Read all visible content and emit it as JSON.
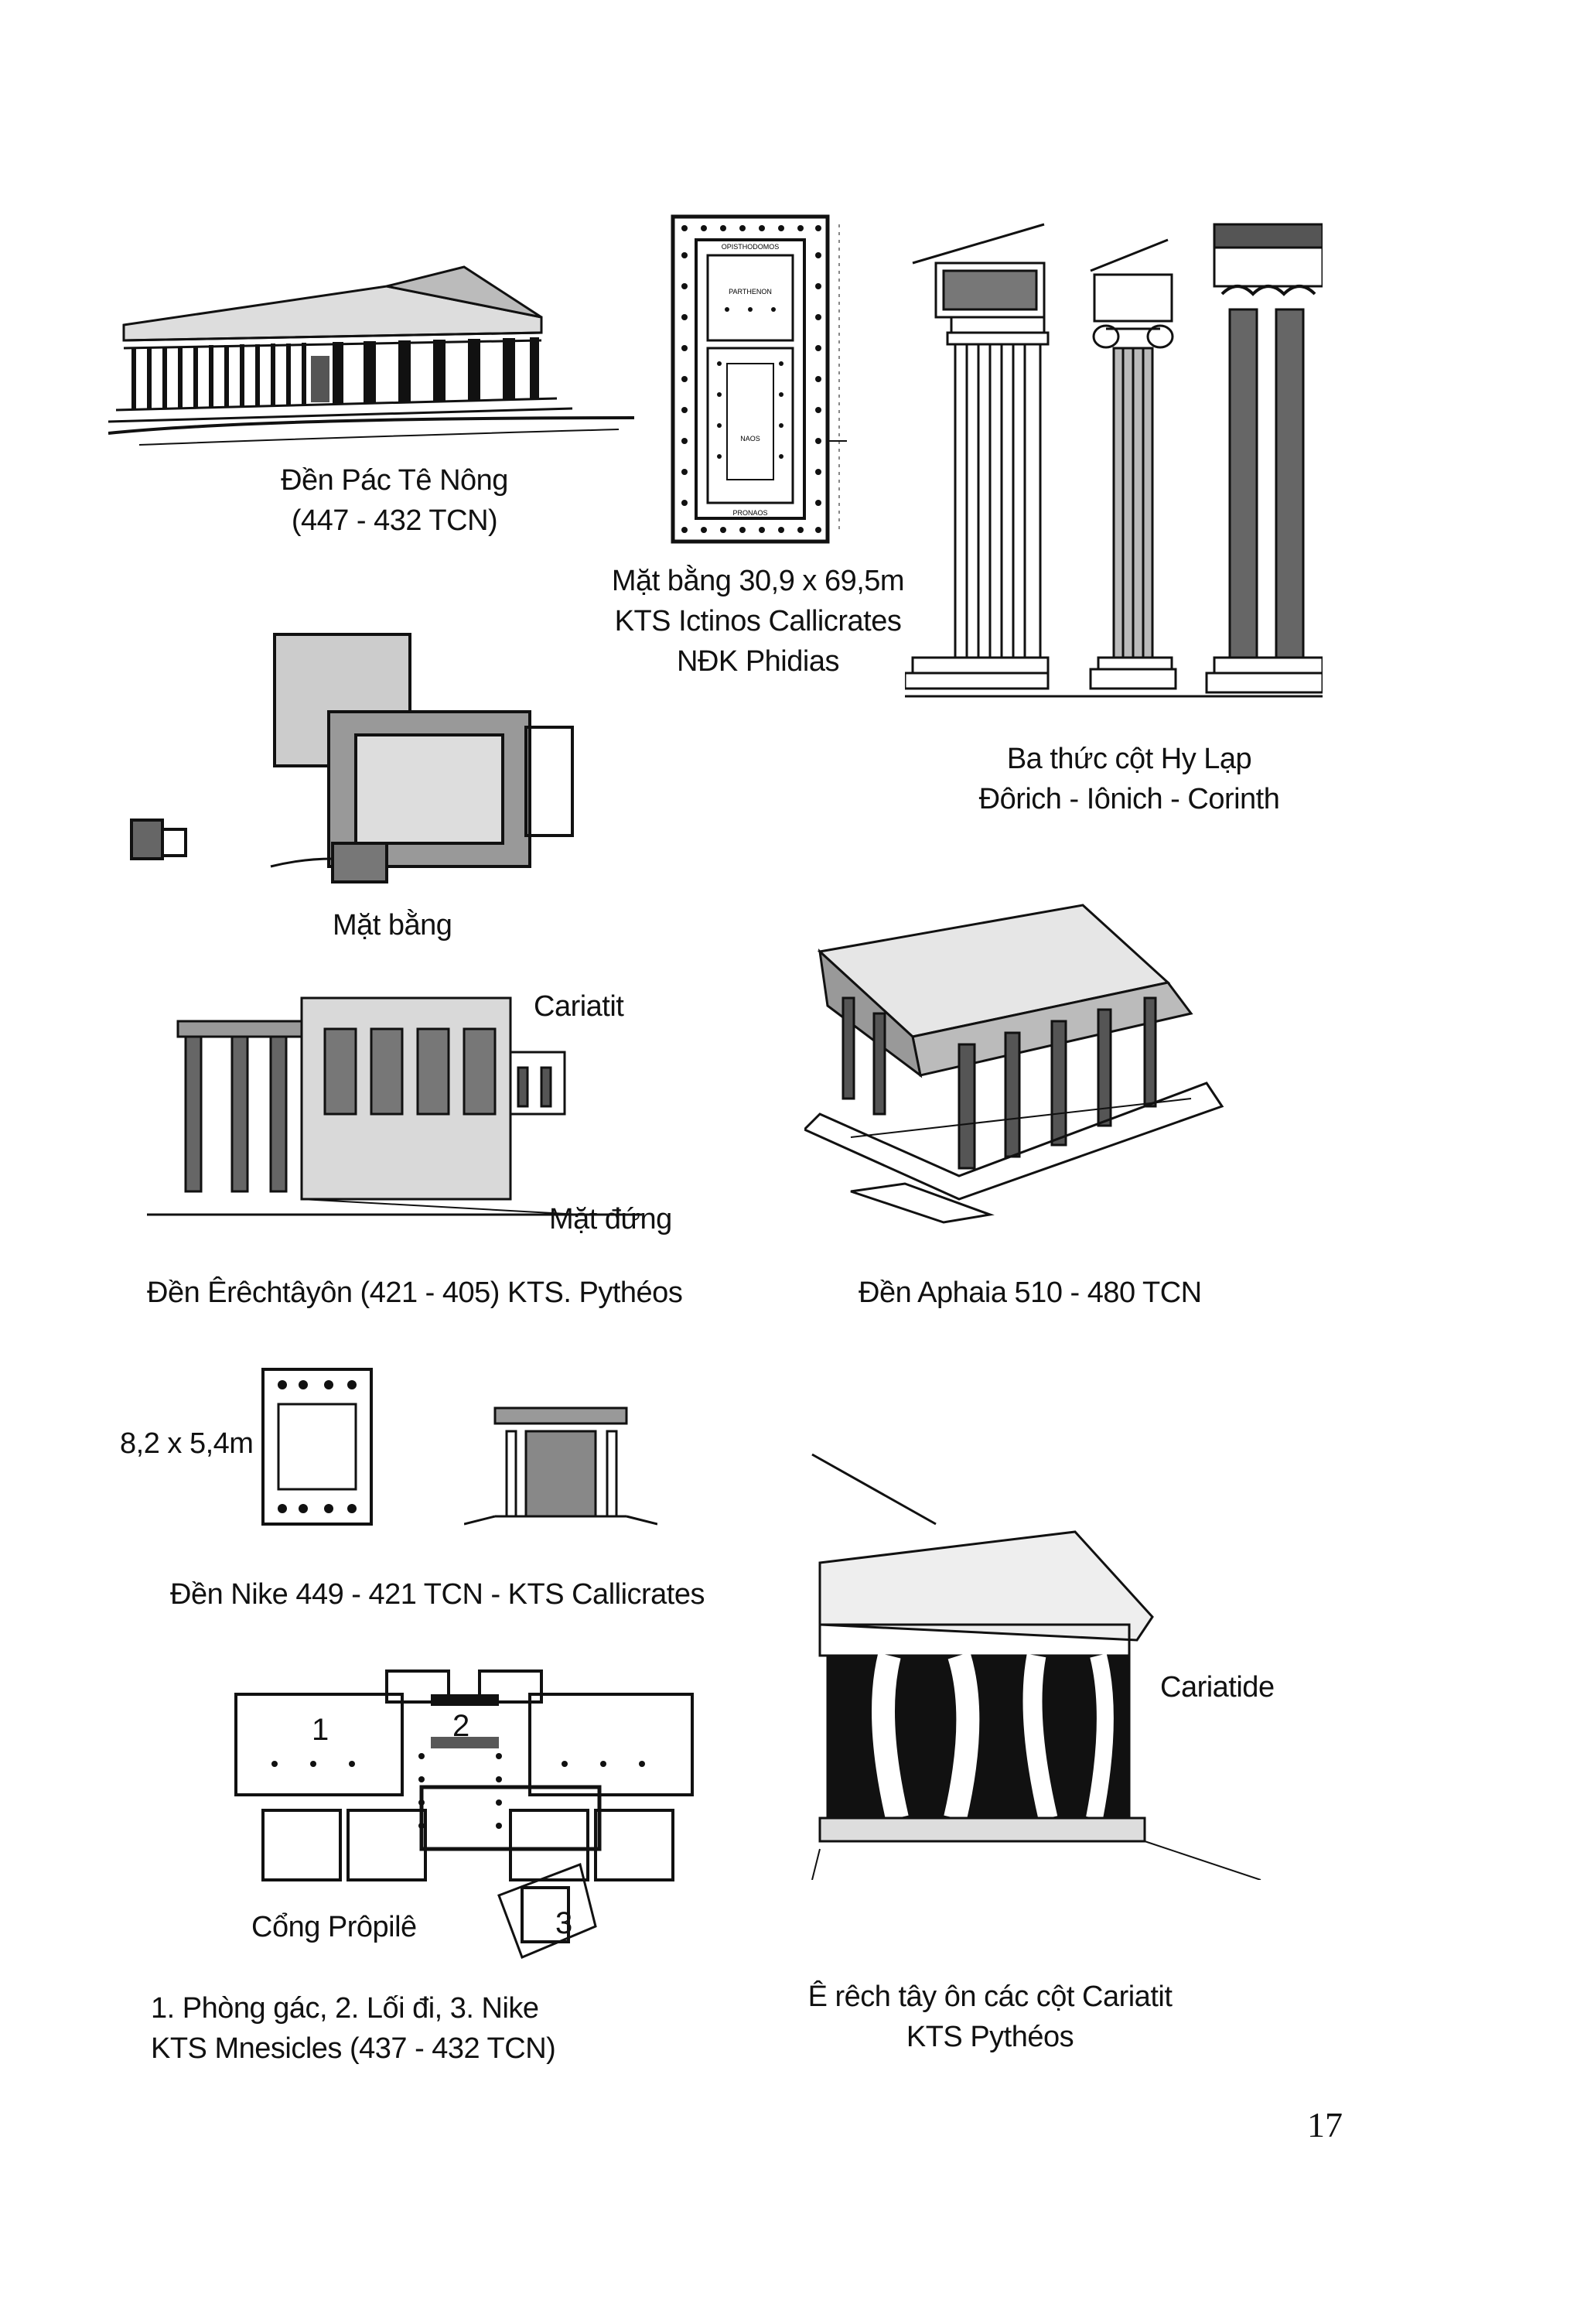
{
  "page_number": "17",
  "figures": {
    "parthenon": {
      "caption_line1": "Đền Pác Tê Nông",
      "caption_line2": "(447 - 432 TCN)"
    },
    "parthenon_plan": {
      "caption_line1": "Mặt bằng 30,9 x 69,5m",
      "caption_line2": "KTS Ictinos Callicrates",
      "caption_line3": "NĐK Phidias",
      "label_top": "OPISTHODOMOS",
      "label_parthenon": "PARTHENON",
      "label_naos": "NAOS",
      "label_pronaos": "PRONAOS"
    },
    "orders": {
      "caption_line1": "Ba thức cột Hy Lạp",
      "caption_line2": "Đôrich - Iônich - Corinth"
    },
    "erechtheion_plan": {
      "caption": "Mặt bằng"
    },
    "erechtheion_elevation": {
      "label_cariatit": "Cariatit",
      "label_elevation": "Mặt đứng",
      "caption": "Đền Êrêchtâyôn (421 - 405) KTS. Pythéos"
    },
    "aphaia": {
      "caption": "Đền Aphaia 510 - 480 TCN"
    },
    "nike": {
      "dimension": "8,2 x 5,4m",
      "caption": "Đền Nike 449 - 421 TCN - KTS Callicrates"
    },
    "propylaea": {
      "num1": "1",
      "num2": "2",
      "num3": "3",
      "caption": "Cổng Prôpilê",
      "legend_line1": "1. Phòng gác, 2. Lối đi, 3. Nike",
      "legend_line2": "KTS Mnesicles (437 - 432 TCN)"
    },
    "caryatid_porch": {
      "label": "Cariatide",
      "caption_line1": "Ê rêch tây ôn các cột Cariatit",
      "caption_line2": "KTS Pythéos"
    }
  }
}
